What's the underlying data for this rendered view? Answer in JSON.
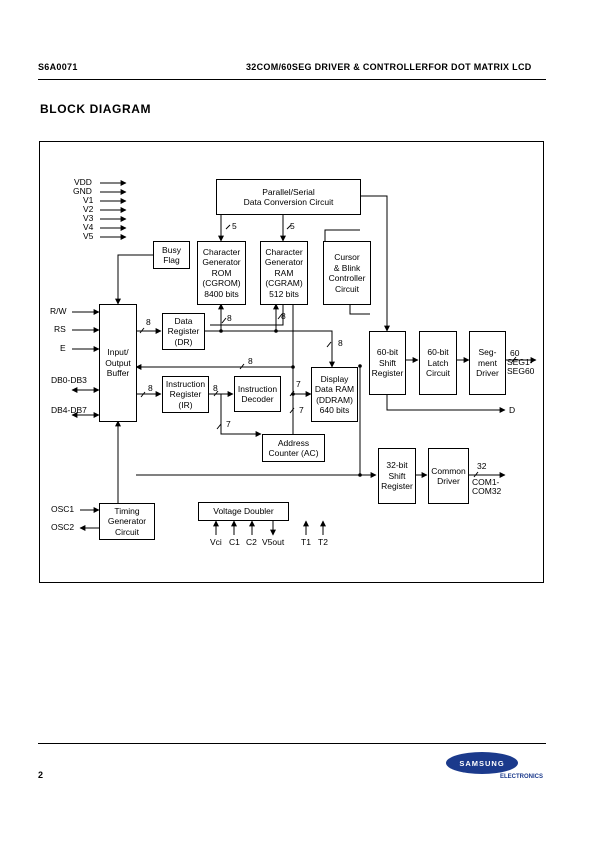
{
  "header": {
    "left": "S6A0071",
    "right": "32COM/60SEG DRIVER & CONTROLLERFOR DOT MATRIX LCD"
  },
  "section_title": "BLOCK DIAGRAM",
  "power_pins": [
    "VDD",
    "GND",
    "V1",
    "V2",
    "V3",
    "V4",
    "V5"
  ],
  "blocks": {
    "pscc": "Parallel/Serial\nData Conversion Circuit",
    "busy": "Busy\nFlag",
    "cgrom": "Character\nGenerator\nROM\n(CGROM)\n8400 bits",
    "cgram": "Character\nGenerator\nRAM\n(CGRAM)\n512 bits",
    "cursor": "Cursor\n& Blink\nController\nCircuit",
    "iob": "Input/\nOutput\nBuffer",
    "dr": "Data\nRegister\n(DR)",
    "ir": "Instruction\nRegister\n(IR)",
    "idec": "Instruction\nDecoder",
    "ddram": "Display\nData RAM\n(DDRAM)\n640 bits",
    "ac": "Address\nCounter (AC)",
    "sr60": "60-bit\nShift\nRegister",
    "latch": "60-bit\nLatch\nCircuit",
    "segdrv": "Seg-\nment\nDriver",
    "sr32": "32-bit\nShift\nRegister",
    "comdrv": "Common\nDriver",
    "tgc": "Timing\nGenerator\nCircuit",
    "vd": "Voltage Doubler"
  },
  "signals": {
    "rw": "R/W",
    "rs": "RS",
    "e": "E",
    "db03": "DB0-DB3",
    "db47": "DB4-DB7",
    "osc1": "OSC1",
    "osc2": "OSC2",
    "d": "D",
    "seg": "SEG1-\nSEG60",
    "com": "COM1-\nCOM32",
    "vd_pins": [
      "Vci",
      "C1",
      "C2",
      "V5out"
    ],
    "t1": "T1",
    "t2": "T2"
  },
  "bus_widths": {
    "cgrom_in": "5",
    "cgram_in": "5",
    "dr_in": "8",
    "cgrom_dr": "8",
    "cgram_dr": "8",
    "ddram_in": "8",
    "iob_bus": "8",
    "ir_in": "8",
    "idec_in": "8",
    "ac_ddram_a": "7",
    "ac_ddram_b": "7",
    "ac_in": "7",
    "seg_out": "60",
    "com_out": "32"
  },
  "footer": {
    "page": "2",
    "brand": "SAMSUNG",
    "sub": "ELECTRONICS"
  },
  "colors": {
    "brand": "#1b3a8c"
  }
}
